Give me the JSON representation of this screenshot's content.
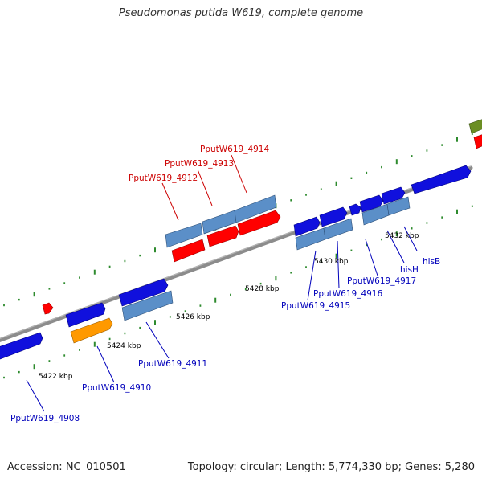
{
  "title": "Pseudomonas putida W619, complete genome",
  "footer": {
    "accession": "Accession: NC_010501",
    "summary": "Topology: circular; Length: 5,774,330 bp; Genes: 5,280"
  },
  "colors": {
    "backbone": "#8c8c8c",
    "tick": "#2e8b2e",
    "gene_blue": "#1010dd",
    "gene_steel": "#5b8fc8",
    "gene_red": "#ff0000",
    "gene_orange": "#ff9900",
    "gene_olive": "#6b8e23",
    "label_blue": "#0000bb",
    "label_red": "#cc0000"
  },
  "coordinate_labels": [
    "5422 kbp",
    "5424 kbp",
    "5426 kbp",
    "5428 kbp",
    "5430 kbp",
    "5432 kbp"
  ],
  "gene_labels": {
    "g4908": "PputW619_4908",
    "g4910": "PputW619_4910",
    "g4911": "PputW619_4911",
    "g4912": "PputW619_4912",
    "g4913": "PputW619_4913",
    "g4914": "PputW619_4914",
    "g4915": "PputW619_4915",
    "g4916": "PputW619_4916",
    "g4917": "PputW619_4917",
    "hisH": "hisH",
    "hisB": "hisB"
  }
}
